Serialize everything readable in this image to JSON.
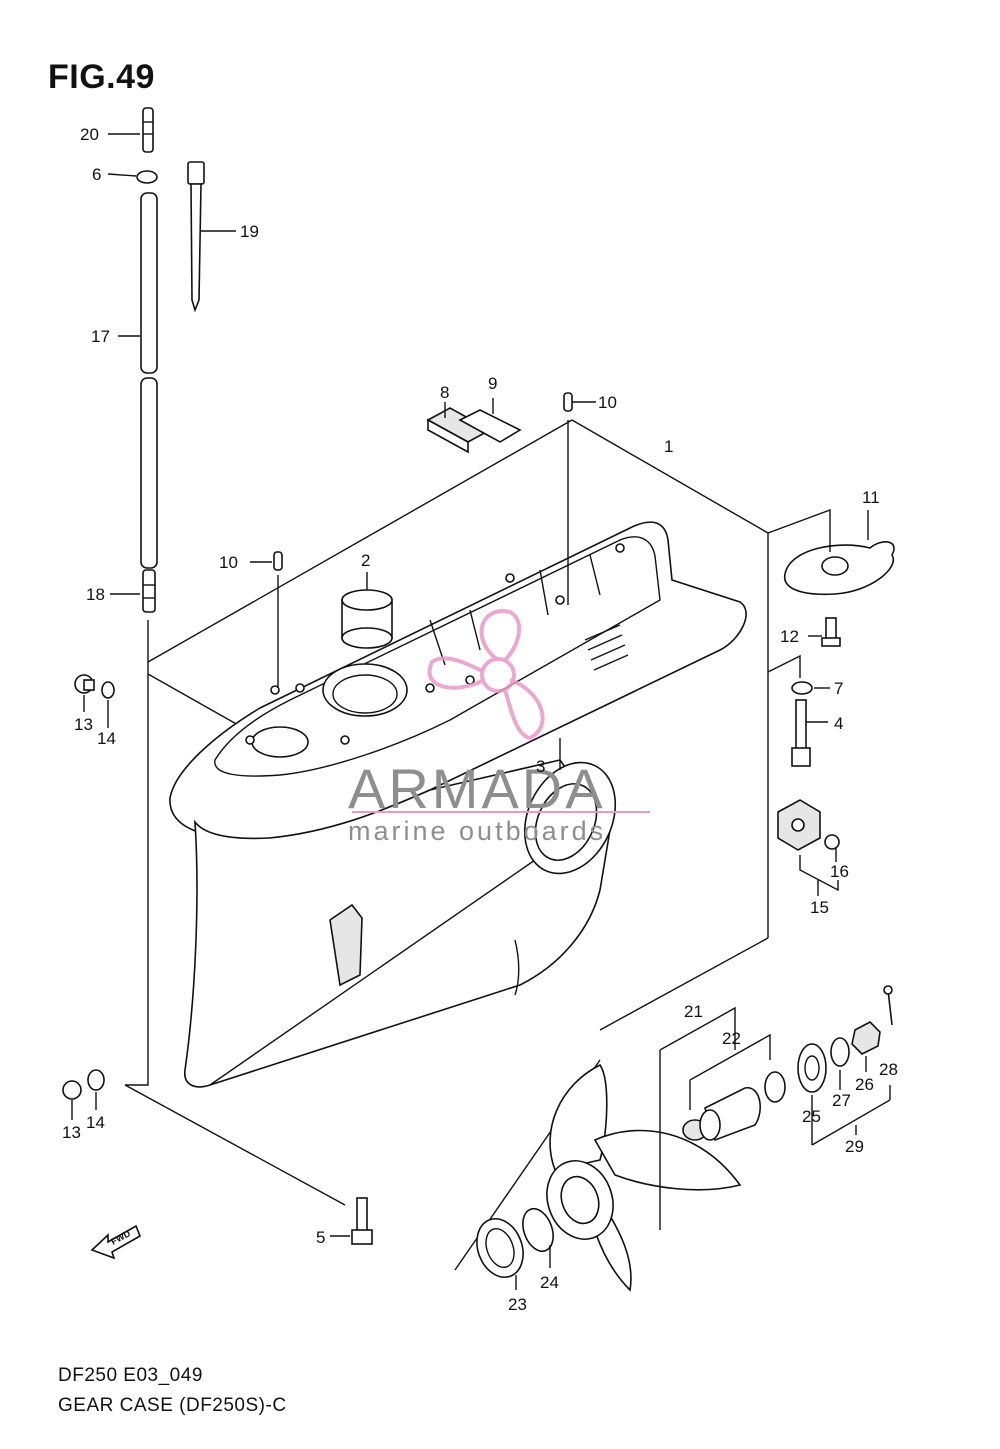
{
  "figure": {
    "title": "FIG.49",
    "code": "DF250 E03_049",
    "name": "GEAR CASE (DF250S)-C"
  },
  "watermark": {
    "brand": "ARMADA",
    "tagline": "marine outboards",
    "accent_color": "#e89ac6"
  },
  "part_numbers": {
    "p1": "1",
    "p2": "2",
    "p3": "3",
    "p4": "4",
    "p5": "5",
    "p6": "6",
    "p7": "7",
    "p8": "8",
    "p9": "9",
    "p10a": "10",
    "p10b": "10",
    "p11": "11",
    "p12": "12",
    "p13a": "13",
    "p13b": "13",
    "p14a": "14",
    "p14b": "14",
    "p15": "15",
    "p16": "16",
    "p17": "17",
    "p18": "18",
    "p19": "19",
    "p20": "20",
    "p21": "21",
    "p22": "22",
    "p23": "23",
    "p24": "24",
    "p25": "25",
    "p26": "26",
    "p27": "27",
    "p28": "28",
    "p29": "29"
  },
  "fwd_badge": "FWD"
}
